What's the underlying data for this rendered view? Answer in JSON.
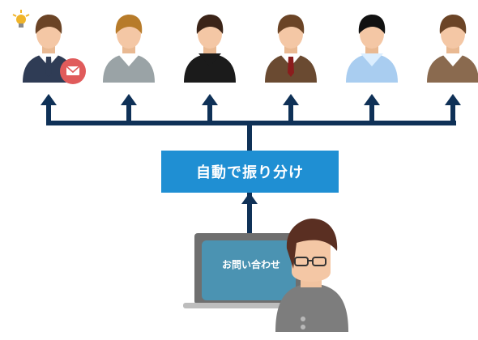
{
  "diagram": {
    "router_label": "自動で振り分け",
    "inquiry_label": "お問い合わせ"
  },
  "recipients": [
    {
      "role": "staff-1",
      "skin": "#f4c7a5",
      "hair": "#6b4426",
      "shirt": "#ffffff",
      "top": "#2f3c55",
      "tie": "#2f3c55",
      "badge": "mail-icon"
    },
    {
      "role": "staff-2",
      "skin": "#f4c7a5",
      "hair": "#b77b2a",
      "shirt": "#ffffff",
      "top": "#9aa3a6",
      "tie": "",
      "badge": ""
    },
    {
      "role": "staff-3",
      "skin": "#f4c7a5",
      "hair": "#3b2418",
      "shirt": "#1b1b1b",
      "top": "#1b1b1b",
      "tie": "",
      "badge": ""
    },
    {
      "role": "staff-4",
      "skin": "#f4c7a5",
      "hair": "#6b4426",
      "shirt": "#ffffff",
      "top": "#6a4a31",
      "tie": "#8b1d1d",
      "badge": ""
    },
    {
      "role": "staff-5",
      "skin": "#f4c7a5",
      "hair": "#111111",
      "shirt": "#dbeeff",
      "top": "#a9cdf0",
      "tie": "",
      "badge": ""
    },
    {
      "role": "staff-6",
      "skin": "#f4c7a5",
      "hair": "#6b4426",
      "shirt": "#ffffff",
      "top": "#8a6a4f",
      "tie": "",
      "badge": ""
    }
  ],
  "colors": {
    "connector": "#0f3157",
    "router": "#1f8fd3",
    "laptop_frame": "#6f6f6f",
    "laptop_screen": "#4b93b2",
    "badge": "#e05b5b",
    "bulb": "#f0b429"
  }
}
